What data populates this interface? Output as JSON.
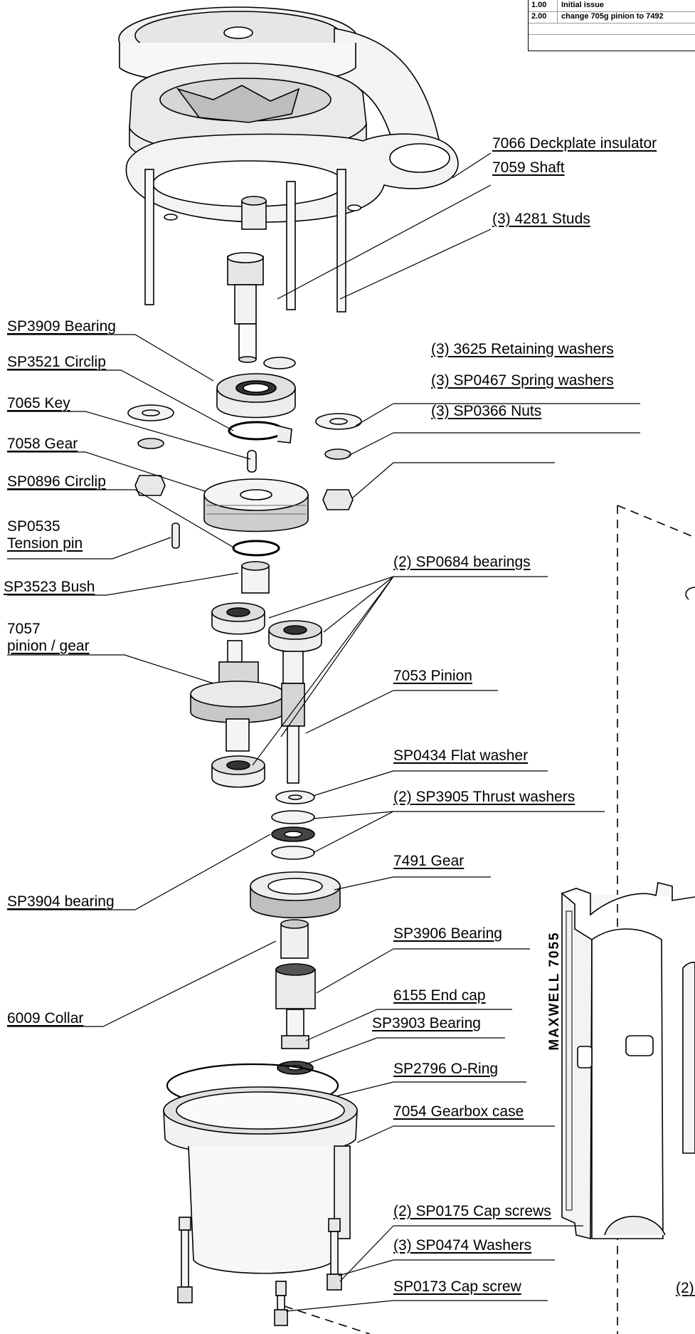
{
  "revision_table": {
    "rows": [
      {
        "rev": "1.00",
        "desc": "Initial issue"
      },
      {
        "rev": "2.00",
        "desc": "change 705g pinion to 7492"
      }
    ]
  },
  "case_marking": "MAXWELL 7055",
  "labels": {
    "deckplate_insulator": "7066 Deckplate insulator",
    "shaft": "7059 Shaft",
    "studs": "(3) 4281 Studs",
    "bearing_3909": "SP3909 Bearing",
    "circlip_3521": "SP3521 Circlip",
    "retaining_washers": "(3) 3625 Retaining washers",
    "spring_washers": "(3) SP0467 Spring washers",
    "key": "7065 Key",
    "nuts": "(3) SP0366 Nuts",
    "gear_7058": "7058 Gear",
    "circlip_0896": "SP0896 Circlip",
    "tension_pin_line1": "SP0535",
    "tension_pin_line2": "Tension pin",
    "bearings_0684": "(2) SP0684 bearings",
    "bush": "SP3523 Bush",
    "pinion_gear_line1": "7057",
    "pinion_gear_line2": "pinion / gear",
    "pinion_7053": "7053 Pinion",
    "flat_washer": "SP0434 Flat washer",
    "thrust_washers": "(2) SP3905 Thrust washers",
    "bearing_3904": "SP3904 bearing",
    "gear_7491": "7491 Gear",
    "bearing_3906": "SP3906 Bearing",
    "collar": "6009 Collar",
    "end_cap": "6155 End cap",
    "bearing_3903": "SP3903 Bearing",
    "oring": "SP2796 O-Ring",
    "gearbox_case": "7054 Gearbox case",
    "cap_screws": "(2) SP0175 Cap screws",
    "washers_0474": "(3) SP0474 Washers",
    "cap_screw": "SP0173 Cap screw",
    "partial_2": "(2)"
  }
}
